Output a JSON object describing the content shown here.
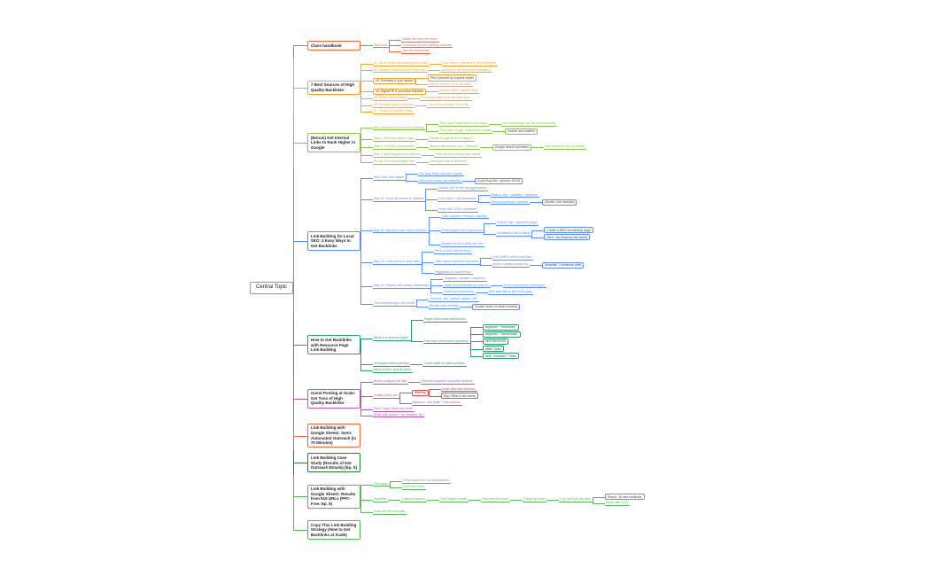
{
  "map": {
    "label": "Central Topic",
    "color": "#9a9a9a",
    "children": [
      {
        "label": "Class handbook",
        "color": "#e8684a",
        "style": "branch",
        "children": [
          {
            "label": "Start here",
            "children": [
              {
                "label": "Watch the welcome video"
              },
              {
                "label": "Download the link building checklist"
              },
              {
                "label": "Join the community"
              }
            ]
          }
        ]
      },
      {
        "label": "7 Best Sources of High Quality Backlinks",
        "color": "#f5a623",
        "style": "branch",
        "children": [
          {
            "label": "#1: Niche blogs that accept guest posts",
            "children": [
              {
                "label": "Use search operators to find prospects"
              }
            ]
          },
          {
            "label": "#2: Industry directories with real traffic",
            "children": [
              {
                "label": "Vet them in Ahrefs before submitting"
              }
            ]
          },
          {
            "label": "#3: Podcasts in your space",
            "style": "box",
            "children": [
              {
                "label": "Pitch yourself as a guest expert",
                "style": "box"
              },
              {
                "label": "Ask for a link in the show notes"
              }
            ]
          },
          {
            "label": "#4: Digital PR & journalist requests",
            "style": "box",
            "children": [
              {
                "label": "Answer HARO queries daily"
              }
            ]
          },
          {
            "label": "#5: Broken link building",
            "children": [
              {
                "label": "Find dead pages that still have links"
              }
            ]
          },
          {
            "label": "#6: Unlinked brand mentions",
            "children": [
              {
                "label": "Turn every mention into a link"
              }
            ]
          },
          {
            "label": "#7: Partner & supplier pages"
          }
        ]
      },
      {
        "label": "(Bonus) Get Internal Links to Rank Higher in Google",
        "color": "#8bc34a",
        "style": "branch",
        "children": [
          {
            "label": "Why internal links still move rankings",
            "children": [
              {
                "label": "They pass PageRank to key pages",
                "children": [
                  {
                    "label": "Your homepage has the most authority"
                  }
                ]
              },
              {
                "label": "They help Google understand context",
                "children": [
                  {
                    "label": "Anchor text matters",
                    "style": "box"
                  }
                ]
              }
            ]
          },
          {
            "label": "Step 1: Pick your target page",
            "children": [
              {
                "label": "Choose a page stuck on page 2"
              }
            ]
          },
          {
            "label": "Step 2: Find link opportunities",
            "children": [
              {
                "label": "Search site:domain.com + keyword",
                "children": [
                  {
                    "label": "Google search operators",
                    "style": "box",
                    "children": [
                      {
                        "label": "Add links from the top results"
                      }
                    ]
                  }
                ]
              }
            ]
          },
          {
            "label": "Step 3: Add keyword-rich anchors",
            "children": [
              {
                "label": "Keep anchors natural and varied"
              }
            ]
          },
          {
            "label": "Pro tip: Fix orphan pages first",
            "children": [
              {
                "label": "Crawl your site to find them"
              }
            ]
          }
        ]
      },
      {
        "label": "Link Building for Local SEO: 4 Easy Ways to Get Backlinks",
        "color": "#5b8ff9",
        "style": "branch",
        "children": [
          {
            "label": "Why local links matter",
            "children": [
              {
                "label": "The Map Pack uses link signals"
              },
              {
                "label": "Relevance beats raw authority",
                "children": [
                  {
                    "label": "A city blog link > generic DA 60",
                    "style": "box"
                  }
                ]
              }
            ]
          },
          {
            "label": "Way #1: Local directories & citations",
            "children": [
              {
                "label": "Submit NAP to the big aggregators"
              },
              {
                "label": "Find niche + city directories",
                "children": [
                  {
                    "label": "Search: city + industry + directory"
                  },
                  {
                    "label": "Steal competitors' citations",
                    "children": [
                      {
                        "label": "Ahrefs: Link Intersect",
                        "style": "box"
                      }
                    ]
                  }
                ]
              },
              {
                "label": "Keep NAP 100% consistent"
              }
            ]
          },
          {
            "label": "Way #2: Sponsor local events & teams",
            "children": [
              {
                "label": "Little leagues, meetups, charities"
              },
              {
                "label": "Event pages link to sponsors",
                "children": [
                  {
                    "label": "Search: city + sponsors page"
                  },
                  {
                    "label": "Scholarship link building",
                    "children": [
                      {
                        "label": "Create a $500 scholarship page",
                        "style": "box"
                      },
                      {
                        "label": "Pitch .edu financial aid offices",
                        "style": "box"
                      }
                    ]
                  }
                ]
              },
              {
                "label": "Budget: $100 to $500 per link"
              }
            ]
          },
          {
            "label": "Way #3: Local press & news sites",
            "children": [
              {
                "label": "Pitch a local-interest story"
              },
              {
                "label": "Offer expert quotes to reporters",
                "children": [
                  {
                    "label": "Use HARO with a local filter"
                  },
                  {
                    "label": "Build a media contact list",
                    "children": [
                      {
                        "label": "Template: 3-sentence pitch",
                        "style": "box"
                      }
                    ]
                  }
                ]
              },
              {
                "label": "Piggyback on local events"
              }
            ]
          },
          {
            "label": "Way #4: Partner with nearby businesses",
            "children": [
              {
                "label": "Suppliers, vendors, neighbors"
              },
              {
                "label": "Swap recommended-by features",
                "children": [
                  {
                    "label": "Avoid obvious link exchanges"
                  }
                ]
              },
              {
                "label": "Host a joint giveaway",
                "children": [
                  {
                    "label": "Both sites link to the entry page"
                  }
                ]
              }
            ]
          },
          {
            "label": "Track everything in one sheet",
            "children": [
              {
                "label": "Columns: site, contact, status, URL"
              },
              {
                "label": "Review wins monthly",
                "children": [
                  {
                    "label": "Double down on what converts",
                    "style": "box"
                  }
                ]
              }
            ]
          }
        ]
      },
      {
        "label": "How to Get Backlinks with Resource Page Link Building",
        "color": "#2f9e6e",
        "style": "branch",
        "children": [
          {
            "label": "What is a resource page?",
            "children": [
              {
                "label": "Pages that curate helpful links"
              },
              {
                "label": "Find them with search operators",
                "children": [
                  {
                    "label": "keyword + \"resources\"",
                    "style": "box"
                  },
                  {
                    "label": "keyword + \"useful links\"",
                    "style": "box"
                  },
                  {
                    "label": "inurl:resources",
                    "style": "box"
                  },
                  {
                    "label": "intitle:\"links\"",
                    "style": "box"
                  },
                  {
                    "label": "best + keyword + sites",
                    "style": "box"
                  }
                ]
              }
            ]
          },
          {
            "label": "Vet pages before pitching",
            "children": [
              {
                "label": "Check traffic & outbound links"
              }
            ]
          },
          {
            "label": "Send a short, specific pitch"
          }
        ]
      },
      {
        "label": "Guest Posting at Scale: Get Tons of High Quality Backlinks",
        "color": "#b25bb2",
        "style": "branch",
        "children": [
          {
            "label": "Build a prospect list fast",
            "children": [
              {
                "label": "Reverse-engineer competitor authors"
              }
            ]
          },
          {
            "label": "Qualify every site",
            "children": [
              {
                "label": "Warning",
                "style": "box",
                "color": "#d9534f",
                "children": [
                  {
                    "label": "Avoid sites that sell links"
                  },
                  {
                    "label": "Skip PBNs & link farms",
                    "style": "box"
                  }
                ]
              },
              {
                "label": "Minimum: real traffic + real authors"
              }
            ]
          },
          {
            "label": "Pitch 3 topic ideas per email"
          },
          {
            "label": "Scale with writers + an outreach VA"
          }
        ]
      },
      {
        "label": "Link Building with Google Sheets: Semi-Automated Outreach (in 70 Minutes)",
        "color": "#e8684a",
        "style": "branch",
        "children": []
      },
      {
        "label": "Link Building Case Study (Results of 515 Outreach Emails) [Ep. 5]",
        "color": "#2e7d32",
        "style": "branch",
        "children": []
      },
      {
        "label": "Link Building with Google Sheets: Results from 515 URLs (PPC-Free, Ep. 5)",
        "color": "#5ab55e",
        "style": "branch",
        "children": [
          {
            "label": "The setup",
            "children": [
              {
                "label": "515 prospects in one spreadsheet"
              },
              {
                "label": "100% free tools"
              }
            ]
          },
          {
            "label": "Workflow",
            "children": [
              {
                "label": "Collect prospects",
                "children": [
                  {
                    "label": "Find contact emails",
                    "children": [
                      {
                        "label": "Send the first touch",
                        "children": [
                          {
                            "label": "Follow up twice",
                            "children": [
                              {
                                "label": "Log replies & live links",
                                "children": [
                                  {
                                    "label": "Result: 38 new backlinks",
                                    "style": "box"
                                  },
                                  {
                                    "label": "Reply rate: 12%"
                                  }
                                ]
                              }
                            ]
                          }
                        ]
                      }
                    ]
                  }
                ]
              }
            ]
          },
          {
            "label": "Grab the free template"
          }
        ]
      },
      {
        "label": "Copy This Link Building Strategy (How to Get Backlinks at Scale)",
        "color": "#5ab55e",
        "style": "branch",
        "children": []
      }
    ]
  }
}
